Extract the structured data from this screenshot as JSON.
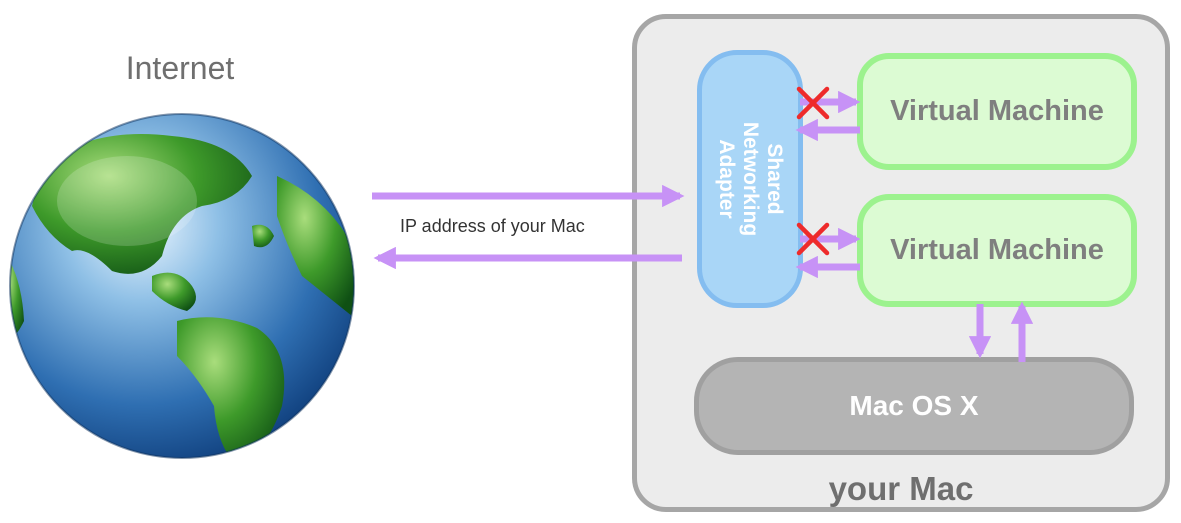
{
  "title": "Internet",
  "ip_label": "IP address of your Mac",
  "adapter": {
    "lines": [
      "Shared",
      "Networking",
      "Adapter"
    ]
  },
  "vms": [
    "Virtual Machine",
    "Virtual Machine"
  ],
  "os_label": "Mac OS X",
  "container_label": "your Mac",
  "colors": {
    "arrow": "#c792f6",
    "cross": "#ee2b2b",
    "vm_fill": "#dcfbd3",
    "vm_border": "#9cf28e",
    "adapter_fill": "#a9d6f7",
    "os_fill": "#b4b4b4",
    "container_fill": "#ececec"
  },
  "icons": [
    "globe-icon",
    "cross-icon",
    "arrow-icon"
  ]
}
